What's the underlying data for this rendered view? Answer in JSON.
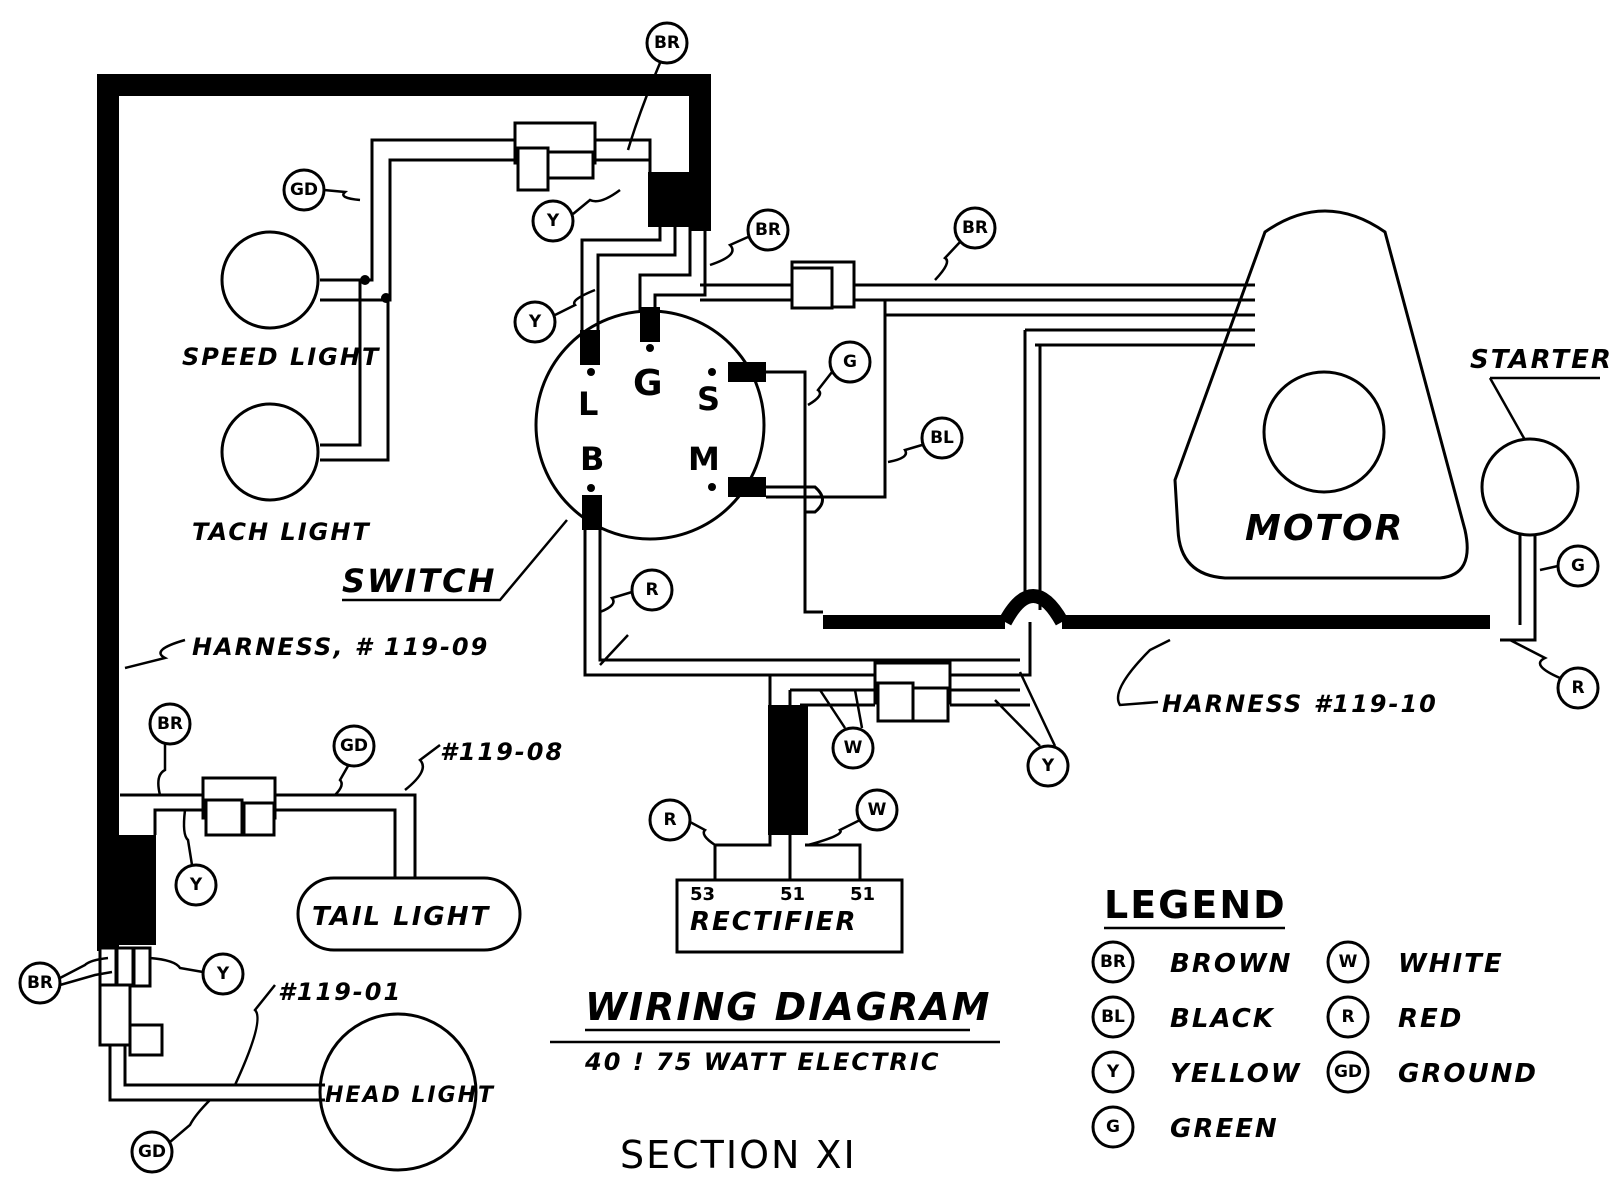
{
  "components": {
    "speed_light": "SPEED LIGHT",
    "tach_light": "TACH LIGHT",
    "switch": "SWITCH",
    "harness_main": "HARNESS, # 119-09",
    "harness_motor": "HARNESS #119-10",
    "harness_tail": "#119-08",
    "harness_head": "#119-01",
    "tail_light": "TAIL LIGHT",
    "head_light": "HEAD LIGHT",
    "motor": "MOTOR",
    "starter": "STARTER",
    "rectifier": "RECTIFIER",
    "rectifier_terminals": [
      "53",
      "51",
      "51"
    ],
    "switch_terminals": {
      "l": "L",
      "g": "G",
      "s": "S",
      "b": "B",
      "m": "M"
    }
  },
  "wire_tags": {
    "br": "BR",
    "gd": "GD",
    "y": "Y",
    "g": "G",
    "bl": "BL",
    "r": "R",
    "w": "W"
  },
  "title": {
    "main": "WIRING DIAGRAM",
    "sub": "40 ! 75 WATT ELECTRIC",
    "section": "SECTION XI"
  },
  "legend": {
    "title": "LEGEND",
    "items": [
      {
        "code": "BR",
        "name": "BROWN"
      },
      {
        "code": "BL",
        "name": "BLACK"
      },
      {
        "code": "Y",
        "name": "YELLOW"
      },
      {
        "code": "G",
        "name": "GREEN"
      },
      {
        "code": "W",
        "name": "WHITE"
      },
      {
        "code": "R",
        "name": "RED"
      },
      {
        "code": "GD",
        "name": "GROUND"
      }
    ]
  }
}
